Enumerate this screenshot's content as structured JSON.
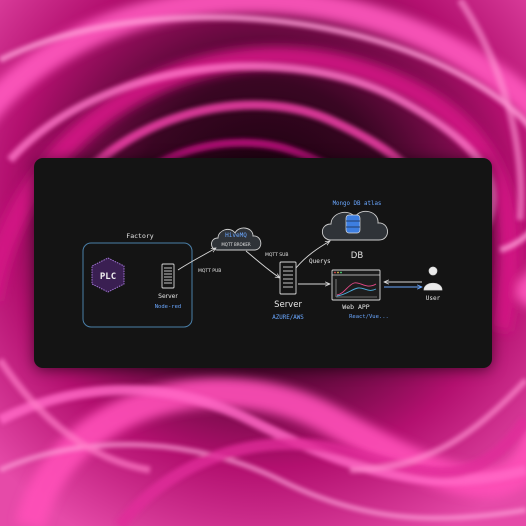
{
  "background": {
    "colors": {
      "base": "#2a0418",
      "swirl_bright": "#ff3fb4",
      "swirl_mid": "#d01a86",
      "swirl_dark": "#5a0734"
    }
  },
  "diagram": {
    "factory": {
      "label": "Factory",
      "border_color": "#4a7fa8"
    },
    "plc": {
      "label": "PLC",
      "fill": "#3a1f52",
      "border": "#a275d6"
    },
    "local_server": {
      "label": "Server",
      "sublabel": "Node-red"
    },
    "broker_cloud": {
      "title": "HiveMQ",
      "label": "MQTT BROKER"
    },
    "mqtt_pub": "MQTT PUB",
    "mqtt_sub": "MQTT SUB",
    "central_server": {
      "label": "Server",
      "sublabel": "AZURE/AWS"
    },
    "db_cloud": {
      "caption": "Mongo DB atlas",
      "label": "DB"
    },
    "querys": "Querys",
    "web_app": {
      "label": "Web APP",
      "sublabel": "React/Vue..."
    },
    "user": {
      "label": "User"
    },
    "colors": {
      "stroke": "#d9d9d9",
      "accent_blue": "#6aa7ff",
      "db_icon": "#3d7ee0",
      "text": "#e6e6e6"
    }
  }
}
